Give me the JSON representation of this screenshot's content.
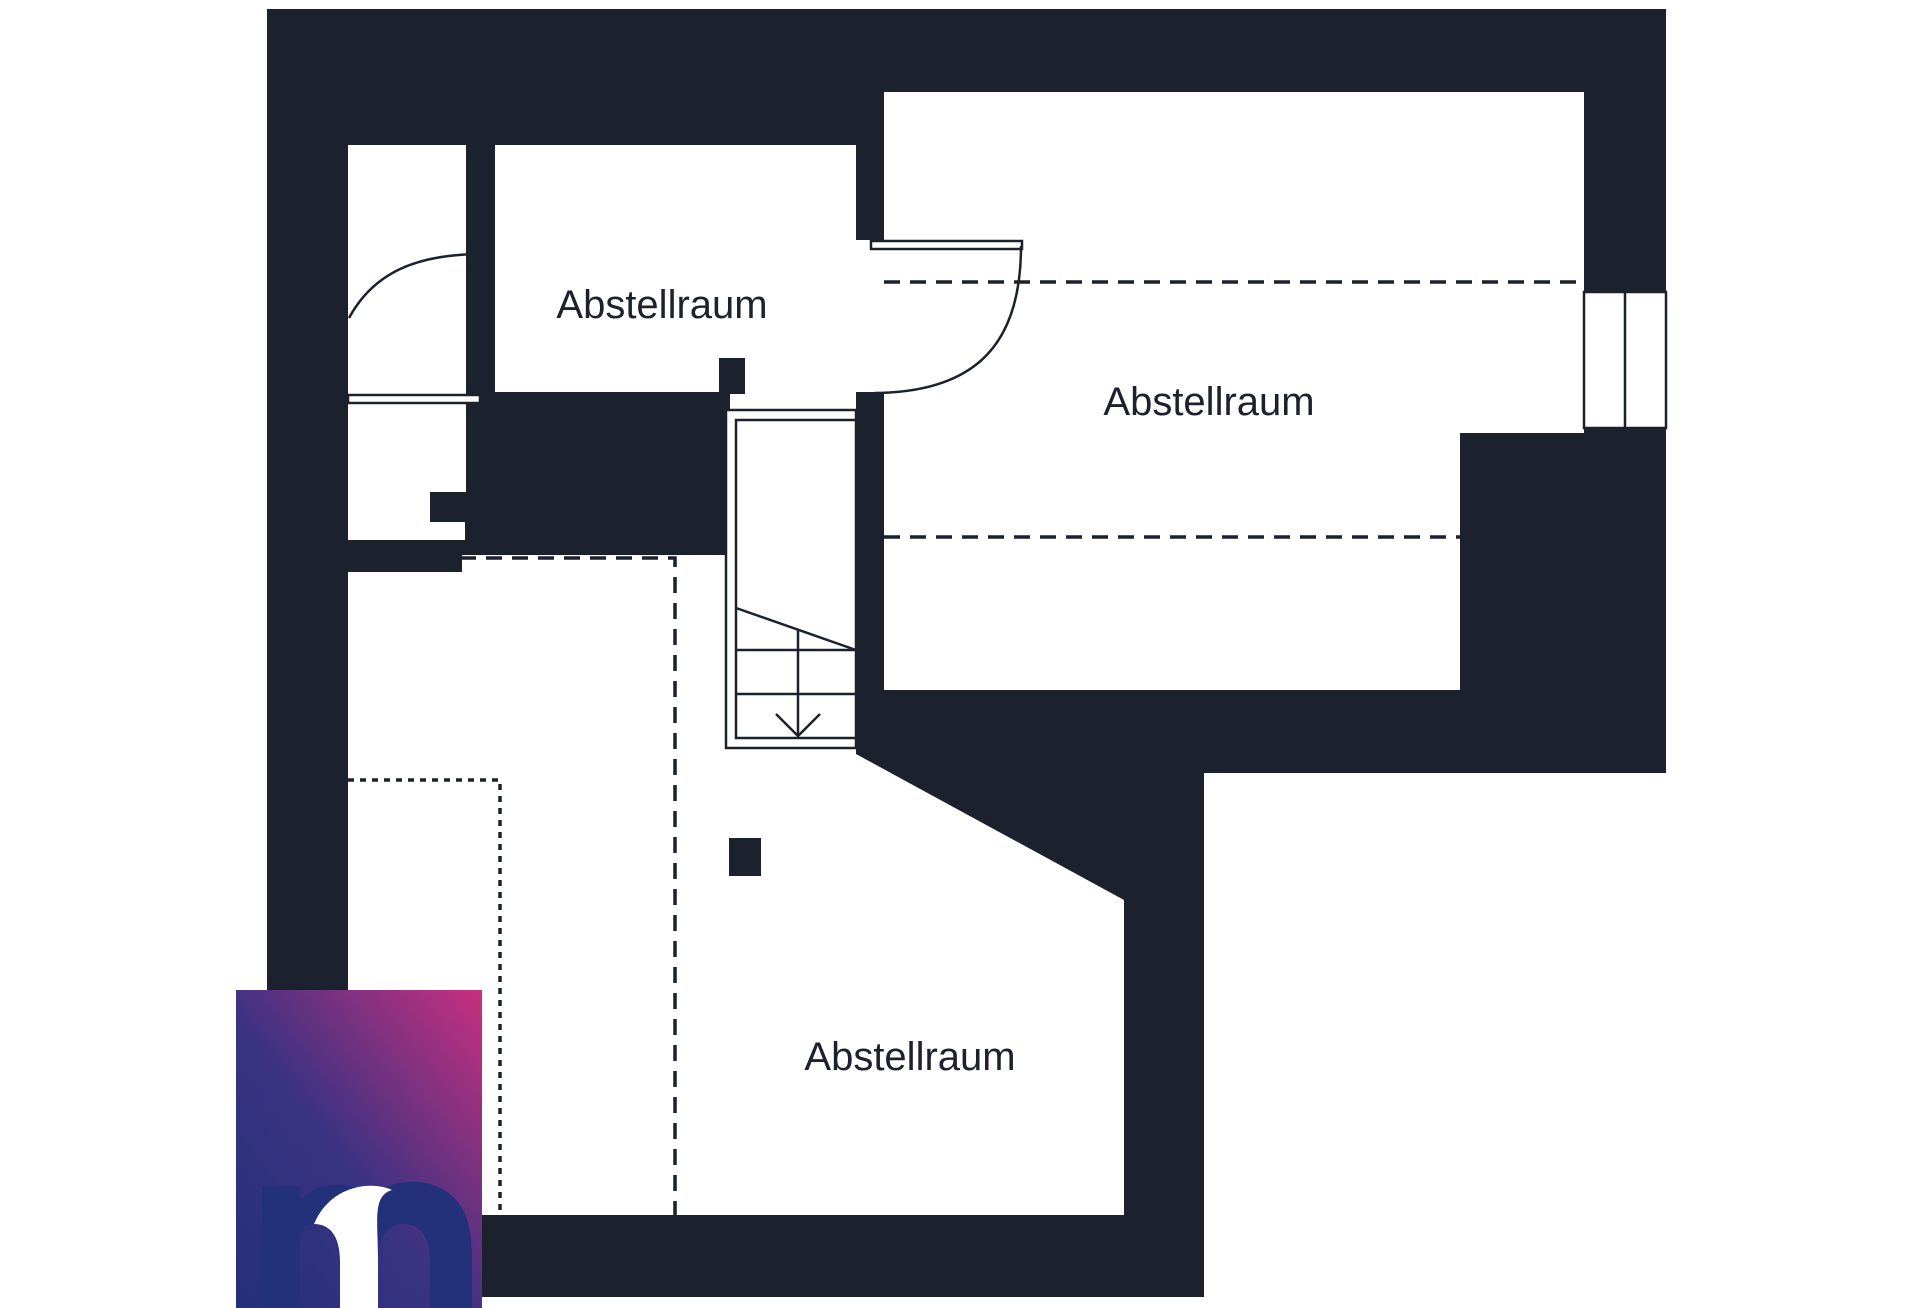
{
  "floorplan": {
    "rooms": [
      {
        "label": "Abstellraum"
      },
      {
        "label": "Abstellraum"
      },
      {
        "label": "Abstellraum"
      }
    ]
  },
  "logo": {
    "letter": "m",
    "colors": {
      "magenta": "#c8307f",
      "navy": "#23307a"
    }
  },
  "colors": {
    "wall": "#1c222d",
    "background": "#ffffff"
  },
  "icons": [
    "stair-arrow-icon",
    "door-swing-icon",
    "window-icon"
  ]
}
